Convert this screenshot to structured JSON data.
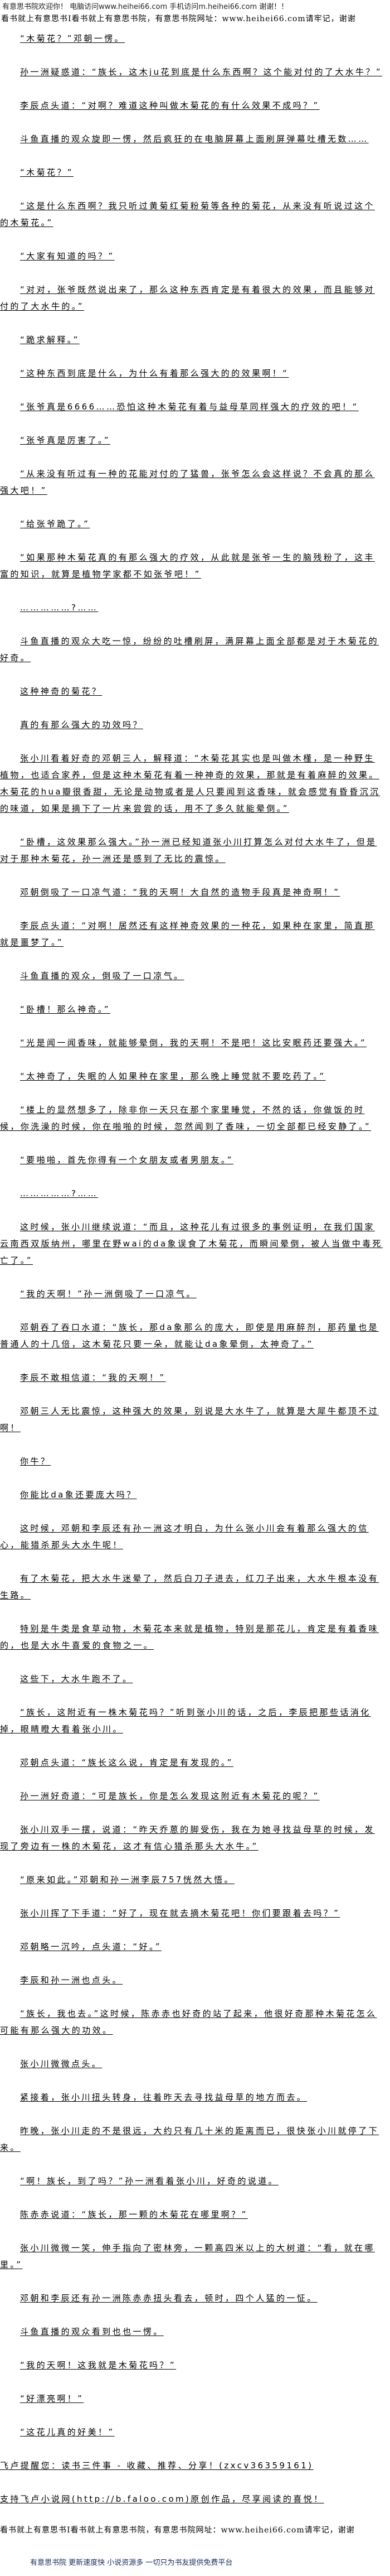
{
  "header": {
    "welcome": "有意思书院欢迎你！ 电脑访问www.heihei66.com   手机访问m.heihei66.com 谢谢！！",
    "notice": "看书就上有意思书I看书就上有意思书院，有意思书院网址：www.heihei66.com请牢记，谢谢"
  },
  "paragraphs": [
    {
      "text": "“木菊花？”邓朝一愣。"
    },
    {
      "text": "孙一洲疑惑道：“族长，这木ju花到底是什么东西啊？这个能对付的了大水牛？”"
    },
    {
      "text": "李辰点头道：“对啊？难道这种叫做木菊花的有什么效果不成吗？”"
    },
    {
      "text": "斗鱼直播的观众旋即一愣，然后疯狂的在电脑屏幕上面刷屏弹幕吐槽无数……"
    },
    {
      "text": "“木菊花？”"
    },
    {
      "text": "“这是什么东西啊？我只听过黄菊红菊粉菊等各种的菊花，从来没有听说过这个的木菊花。”"
    },
    {
      "text": "“大家有知道的吗？”"
    },
    {
      "text": "“对对，张爷既然说出来了，那么这种东西肯定是有着很大的效果，而且能够对付的了大水牛的。”"
    },
    {
      "text": "“跪求解释。”"
    },
    {
      "text": "“这种东西到底是什么，为什么有着那么强大的的效果啊！“"
    },
    {
      "text": "“张爷真是6666……恐怕这种木菊花有着与益母草同样强大的疗效的吧！“"
    },
    {
      "text": "“张爷真是厉害了。”"
    },
    {
      "text": "“从来没有听过有一种的花能对付的了猛兽，张爷怎么会这样说？不会真的那么强大吧！”"
    },
    {
      "text": "“给张爷跪了。”"
    },
    {
      "text": "“如果那种木菊花真的有那么强大的疗效，从此就是张爷一生的脑残粉了，这丰富的知识，就算是植物学家都不如张爷吧！”"
    },
    {
      "text": "……………?……"
    },
    {
      "text": "斗鱼直播的观众大吃一惊，纷纷的吐槽刷屏，满屏幕上面全部都是对于木菊花的好奇。"
    },
    {
      "text": "这种神奇的菊花？"
    },
    {
      "text": "真的有那么强大的功效吗？"
    },
    {
      "text": "张小川看着好奇的邓朝三人，解释道：“木菊花其实也是叫做木槿，是一种野生植物，也适合家养，但是这种木菊花有着一种神奇的效果，那就是有着麻醉的效果。木菊花的hua瓣很香甜，无论是动物或者是人只要闻到这香味，就会感觉有昏昏沉沉的味道，如果是摘下了一片来尝尝的话，用不了多久就能晕倒。”"
    },
    {
      "text": "“卧槽，这效果那么强大。”孙一洲已经知道张小川打算怎么对付大水牛了，但是对于那种木菊花，孙一洲还是感到了无比的震惊。"
    },
    {
      "text": "邓朝倒吸了一口凉气道：“我的天啊！大自然的造物手段真是神奇啊！”"
    },
    {
      "text": "李辰点头道：“对啊！居然还有这样神奇效果的一种花，如果种在家里，简直那就是噩梦了。”"
    },
    {
      "text": "斗鱼直播的观众，倒吸了一口凉气。"
    },
    {
      "text": "“卧槽！那么神奇。”"
    },
    {
      "text": "“光是闻一闻香味，就能够晕倒，我的天啊！不是吧！这比安眠药还要强大。”"
    },
    {
      "text": "“太神奇了，失眠的人如果种在家里，那么晚上睡觉就不要吃药了。”"
    },
    {
      "text": "“楼上的显然想多了，除非你一天只在那个家里睡觉，不然的话，你做饭的时候，你洗澡的时候，你在啪啪的时候，忽然闻到了香味，一切全部都已经安静了。”"
    },
    {
      "text": "“要啪啪，首先你得有一个女朋友或者男朋友。”"
    },
    {
      "text": "……………?……"
    },
    {
      "text": "这时候，张小川继续说道：“而且，这种花儿有过很多的事例证明，在我们国家云南西双版纳州，哪里在野wai的da象误食了木菊花，而瞬间晕倒，被人当做中毒死亡了。”"
    },
    {
      "text": "“我的天啊！”孙一洲倒吸了一口凉气。"
    },
    {
      "text": "邓朝吞了吞口水道：“族长，那da象那么的庞大，即使是用麻醉剂，那药量也是普通人的十几倍，这木菊花只要一朵，就能让da象晕倒，太神奇了。”"
    },
    {
      "text": "李辰不敢相信道：“我的天啊！”"
    },
    {
      "text": "邓朝三人无比震惊，这种强大的效果，别说是大水牛了，就算是大犀牛都顶不过啊！"
    },
    {
      "text": "你牛？"
    },
    {
      "text": "你能比da象还要庞大吗？"
    },
    {
      "text": "这时候，邓朝和李辰还有孙一洲这才明白，为什么张小川会有着那么强大的信心，能猎杀那头大水牛呢！"
    },
    {
      "text": "有了木菊花，把大水牛迷晕了，然后白刀子进去，红刀子出来，大水牛根本没有生路。"
    },
    {
      "text": "特别是牛类是食草动物，木菊花本来就是植物，特别是那花儿，肯定是有着香味的，也是大水牛喜爱的食物之一。"
    },
    {
      "text": "这些下，大水牛跑不了。"
    },
    {
      "text": "“族长，这附近有一株木菊花吗？”听到张小川的话，之后，李辰把那些话消化掉，眼睛瞪大看着张小川。"
    },
    {
      "text": "邓朝点头道：“族长这么说，肯定是有发现的。”"
    },
    {
      "text": "孙一洲好奇道：“可是族长，你是怎么发现这附近有木菊花的呢？”"
    },
    {
      "text": "张小川双手一摆，说道：“昨天乔蒽的脚受伤，我在为她寻找益母草的时候，发现了旁边有一株的木菊花，这才有信心猎杀那头大水牛。”"
    },
    {
      "text": "“原来如此。”邓朝和孙一洲李辰757恍然大悟。"
    },
    {
      "text": "张小川挥了下手道：“好了，现在就去摘木菊花吧！你们要跟着去吗？”"
    },
    {
      "text": "邓朝略一沉吟，点头道：“好。”"
    },
    {
      "text": "李辰和孙一洲也点头。"
    },
    {
      "text": "“族长，我也去。”这时候，陈赤赤也好奇的站了起来，他很好奇那种木菊花怎么可能有那么强大的功效。"
    },
    {
      "text": "张小川微微点头。"
    },
    {
      "text": "紧接着，张小川扭头转身，往着昨天去寻找益母草的地方而去。"
    },
    {
      "text": "昨晚，张小川走的不是很远，大约只有几十米的距离而已，很快张小川就停了下来。"
    },
    {
      "text": "“啊！族长，到了吗？”孙一洲看着张小川，好奇的说道。"
    },
    {
      "text": "陈赤赤说道：“族长，那一颗的木菊花在哪里啊？”"
    },
    {
      "text": "张小川微微一笑，伸手指向了密林旁，一颗高四米以上的大树道：“看，就在哪里。”"
    },
    {
      "text": "邓朝和李辰还有孙一洲陈赤赤扭头看去，顿时，四个人猛的一怔。"
    },
    {
      "text": "斗鱼直播的观众看到也也一愣。"
    },
    {
      "text": "“我的天啊！这我就是木菊花吗？”"
    },
    {
      "text": "“好漂亮啊！”"
    },
    {
      "text": "“这花儿真的好美！”"
    },
    {
      "text": "飞卢提醒您：读书三件事 - 收藏、推荐、分享！(zxcv36359161)",
      "noindent": true
    },
    {
      "text": "支持飞卢小说网(http://b.faloo.com)原创作品，尽享阅读的喜悦！",
      "noindent": true
    }
  ],
  "footer": {
    "notice": "看书就上有意思书I看书就上有意思书院，有意思书院网址：www.heihei66.com请牢记，谢谢",
    "slogan": "有意思书院 更新速度快 小说资源多 一切只为书友提供免费平台"
  }
}
